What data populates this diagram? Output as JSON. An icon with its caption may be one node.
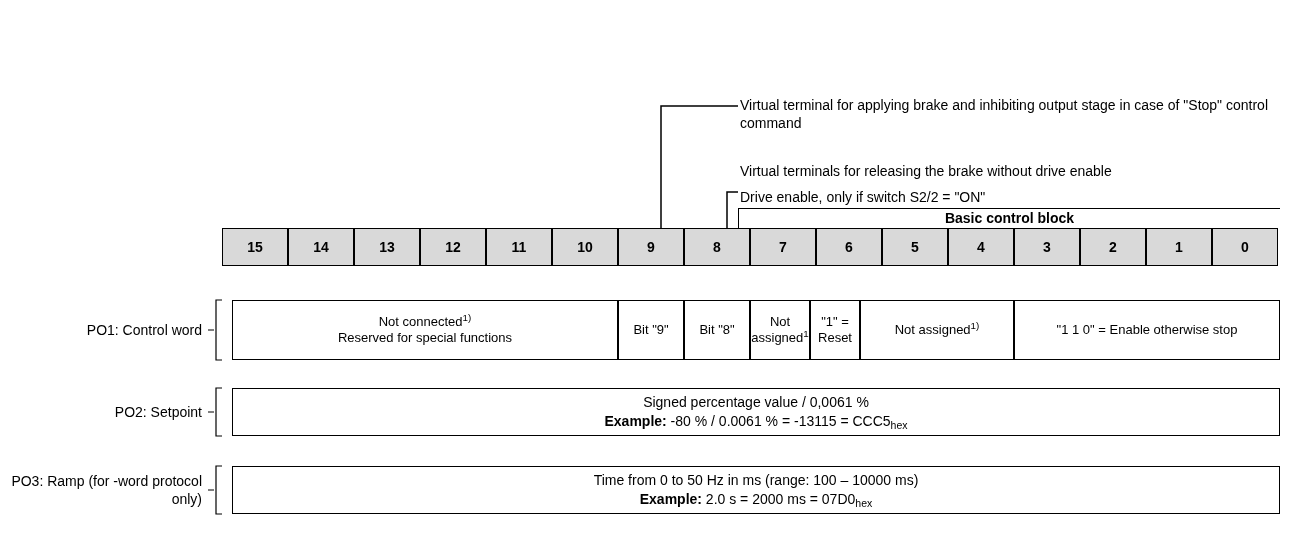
{
  "diagram": {
    "nodes": [
      {
        "text": [
          "Virtual terminal for applying brake and inhibiting output stage in case of \"Stop\" control command"
        ]
      },
      {
        "text": [
          "Virtual terminals for releasing the brake without drive enable",
          "Drive enable, only if switch S2/2 = \"ON\""
        ]
      },
      {
        "text": [
          "Basic control block"
        ]
      },
      {
        "text": [
          "15"
        ]
      },
      {
        "text": [
          "14"
        ]
      },
      {
        "text": [
          "13"
        ]
      },
      {
        "text": [
          "12"
        ]
      },
      {
        "text": [
          "11"
        ]
      },
      {
        "text": [
          "10"
        ]
      },
      {
        "text": [
          "9"
        ]
      },
      {
        "text": [
          "8"
        ]
      },
      {
        "text": [
          "7"
        ]
      },
      {
        "text": [
          "6"
        ]
      },
      {
        "text": [
          "5"
        ]
      },
      {
        "text": [
          "4"
        ]
      },
      {
        "text": [
          "3"
        ]
      },
      {
        "text": [
          "2"
        ]
      },
      {
        "text": [
          "1"
        ]
      },
      {
        "text": [
          "0"
        ]
      },
      {
        "text": [
          "Not connected$^{1)}$",
          "Reserved for special functions"
        ]
      },
      {
        "text": [
          "Bit \"9\""
        ]
      },
      {
        "text": [
          "Bit \"8\""
        ]
      },
      {
        "text": [
          "Not assigned$^{1}$"
        ]
      },
      {
        "text": [
          "\"1\" = Reset"
        ]
      },
      {
        "text": [
          "Not assigned$^{1)}$"
        ]
      },
      {
        "text": [
          "\"1 1 0\" = Enable otherwise stop"
        ]
      },
      {
        "text": [
          "Signed percentage value / 0,0061 %",
          "**Example:** -80 % / 0.0061 % = -13115 = CCC5$_{hex}$"
        ]
      },
      {
        "text": [
          "Time from 0 to 50 Hz in ms (range: 100 – 10000 ms)",
          "**Example:** 2.0 s = 2000 ms = 07D0$_{hex}$"
        ]
      }
    ],
    "edges": [
      {
        "from": 0,
        "to": 9,
        "arrow": "none"
      },
      {
        "from": 1,
        "to": 10,
        "arrow": "none"
      }
    ],
    "labels": [
      "PO1: Control word",
      "PO2: Setpoint",
      "PO3: Ramp (for -word protocol only)"
    ]
  }
}
